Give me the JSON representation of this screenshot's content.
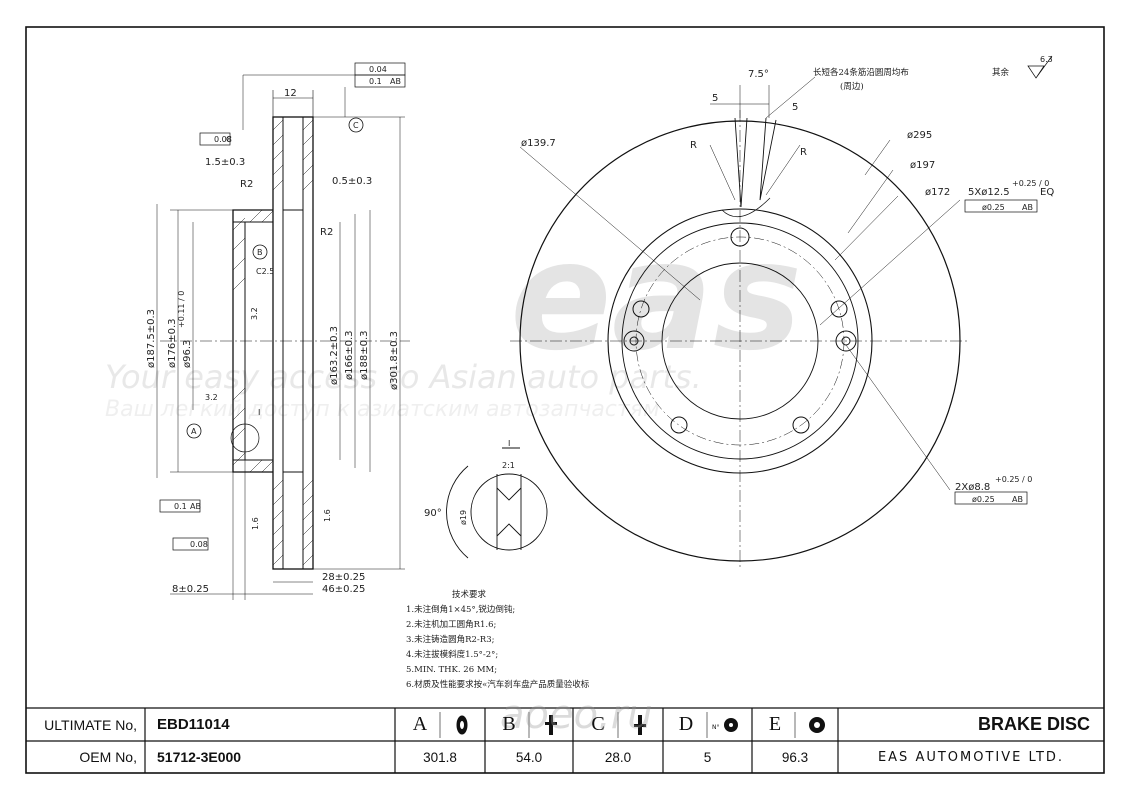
{
  "title_block": {
    "ultimate_label": "ULTIMATE No,",
    "ultimate_value": "EBD11014",
    "oem_label": "OEM No,",
    "oem_value": "51712-3E000",
    "product": "BRAKE DISC",
    "company": "EAS AUTOMOTIVE LTD.",
    "params": [
      {
        "letter": "A",
        "value": "301.8"
      },
      {
        "letter": "B",
        "value": "54.0"
      },
      {
        "letter": "C",
        "value": "28.0"
      },
      {
        "letter": "D",
        "value": "5"
      },
      {
        "letter": "E",
        "value": "96.3"
      }
    ]
  },
  "watermark": {
    "logo": "eas",
    "tagline": "Your easy access to Asian auto parts.",
    "tagline2": "Ваш легкий доступ к азиатским автозапчастям"
  },
  "logo_overlay": "aoeo.ru",
  "surface_note": {
    "label": "其余",
    "value": "6.3"
  },
  "rib_note": {
    "line1": "长短各24条筋沿圆周均布",
    "line2": "(周边)"
  },
  "section_dims": {
    "top_width": "12",
    "flat_tol_1": "0.04",
    "runout_tol": "0.1",
    "runout_ref": "AB",
    "ref_c": "C",
    "parallel_tol": "0.08",
    "parallel_ref": "C",
    "chamfer": "1.5±0.3",
    "r2_a": "R2",
    "r2_b": "R2",
    "gap": "0.5±0.3",
    "ref_b": "B",
    "c25": "C2.5",
    "rough_a": "3.2",
    "rough_b": "3.2",
    "ref_a": "A",
    "d1875": "ø187.5±0.3",
    "d176": "ø176±0.3",
    "d963": "ø96.3",
    "d963_tol": "+0.11 / 0",
    "d1632": "ø163.2±0.3",
    "d166": "ø166±0.3",
    "d188": "ø188±0.3",
    "d3018": "ø301.8±0.3",
    "runout2_tol": "0.1",
    "runout2_ref": "AB",
    "flat2_tol": "0.08",
    "rough_c": "1.6",
    "rough_d": "1.6",
    "w28": "28±0.25",
    "w46": "46±0.25",
    "w8": "8±0.25",
    "detail_i": "I",
    "detail_scale": "2:1",
    "angle90": "90°",
    "d19": "ø19"
  },
  "front_dims": {
    "a75": "7.5°",
    "w5a": "5",
    "w5b": "5",
    "ra": "R",
    "rb": "R",
    "pcd": "ø139.7",
    "d295": "ø295",
    "d197": "ø197",
    "d172": "ø172",
    "holes5": "5Xø12.5",
    "holes5_tol": "+0.25 / 0",
    "holes5_eq": "EQ",
    "pos_tol": "ø0.25",
    "pos_ref": "AB",
    "holes2": "2Xø8.8",
    "holes2_tol": "+0.25 / 0",
    "pos_tol2": "ø0.25",
    "pos_ref2": "AB"
  },
  "tech_notes": {
    "title": "技术要求",
    "items": [
      "1.未注倒角1×45°,锐边倒钝;",
      "2.未注机加工圆角R1.6;",
      "3.未注铸造圆角R2-R3;",
      "4.未注拔模斜度1.5°-2°;",
      "5.MIN. THK. 26 MM;",
      "6.材质及性能要求按«汽车刹车盘产品质量验收标"
    ]
  }
}
